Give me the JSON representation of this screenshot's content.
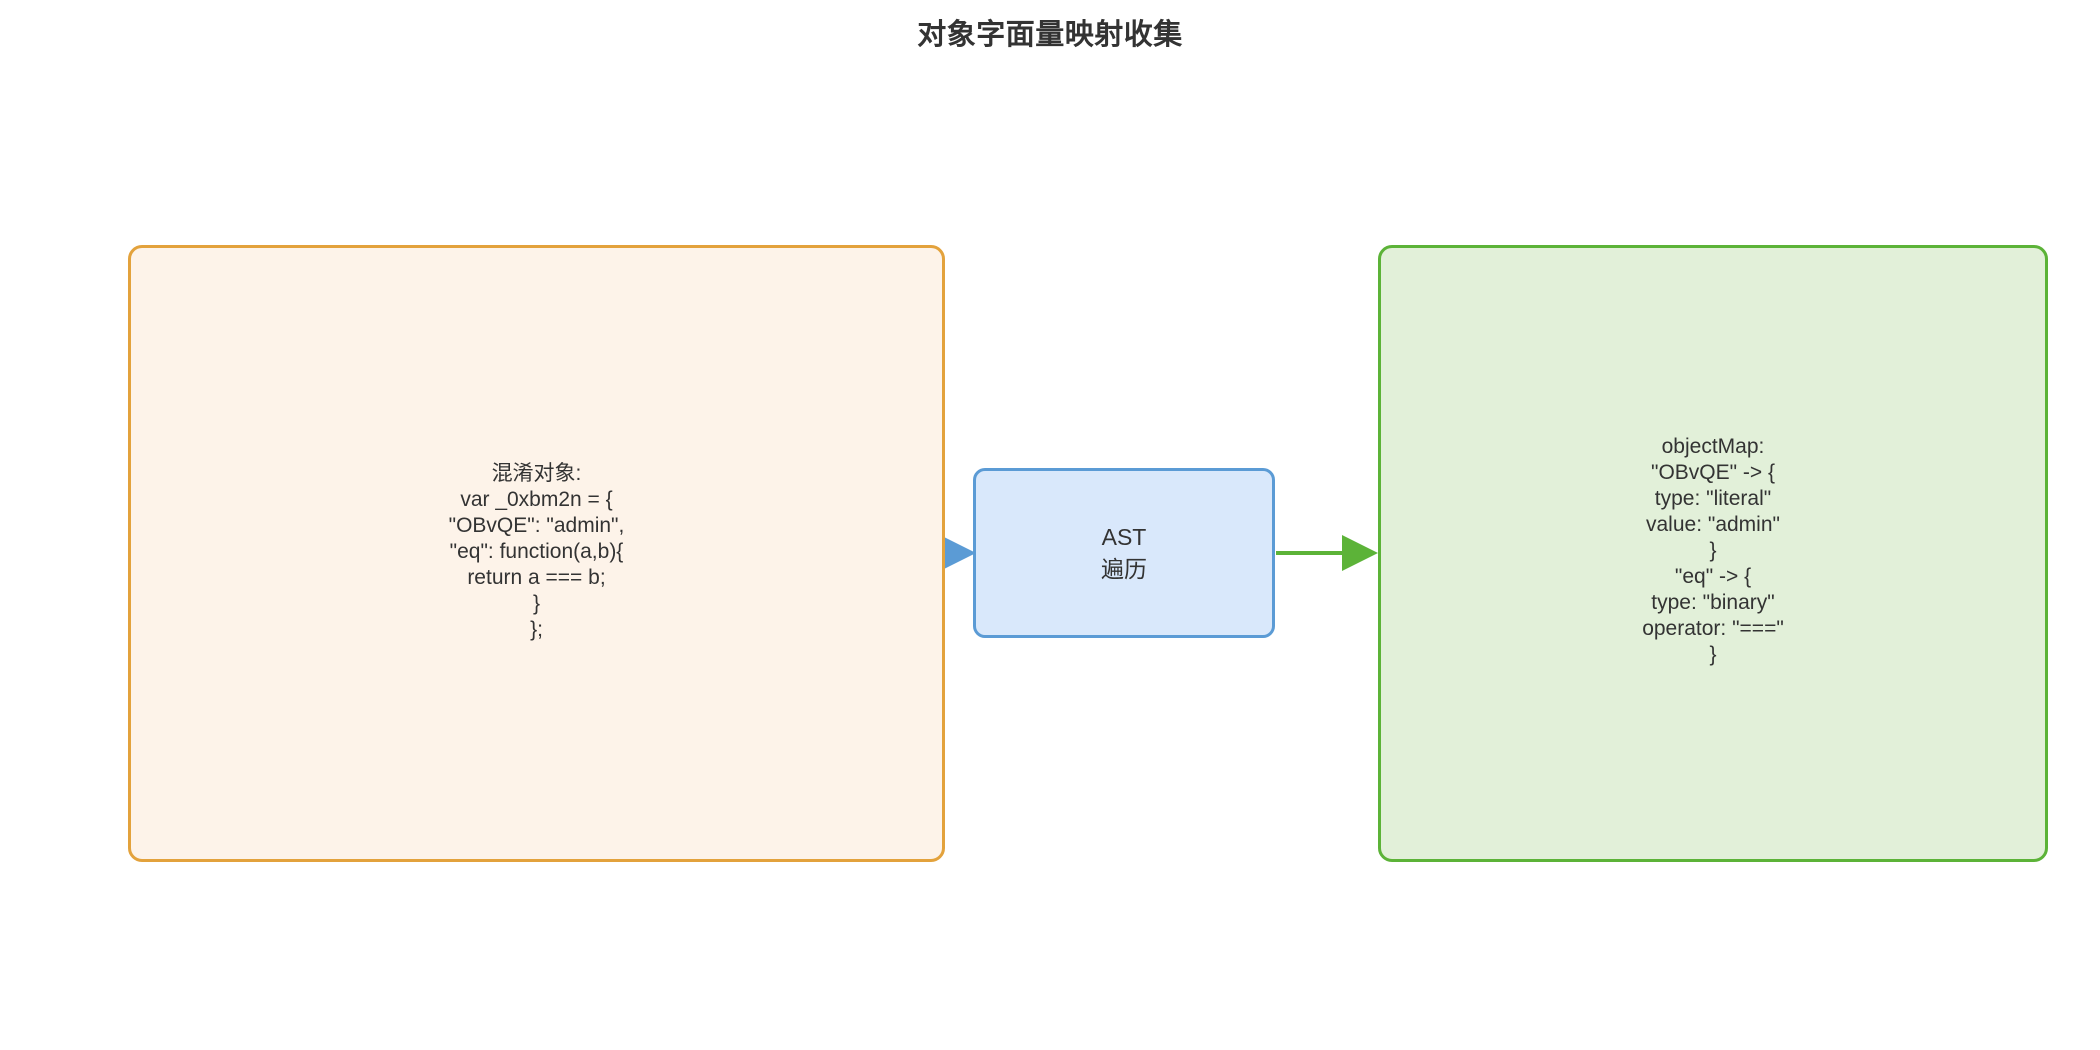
{
  "page": {
    "title": "对象字面量映射收集",
    "background_color": "#ffffff",
    "text_color": "#333333"
  },
  "nodes": {
    "source": {
      "id": "source",
      "label": "混淆对象:\nvar _0xbm2n = {\n\"OBvQE\": \"admin\",\n\"eq\": function(a,b){\nreturn a === b;\n}\n};",
      "fill_color": "#fdf3e9",
      "border_color": "#e3a23c"
    },
    "process": {
      "id": "process",
      "label": "AST\n遍历",
      "fill_color": "#d9e8fb",
      "border_color": "#5b9bd5"
    },
    "result": {
      "id": "result",
      "label": "objectMap:\n\"OBvQE\" -> {\ntype: \"literal\"\nvalue: \"admin\"\n}\n\"eq\" -> {\ntype: \"binary\"\noperator: \"===\"\n}",
      "fill_color": "#e2f0d9",
      "border_color": "#5cb338"
    }
  },
  "edges": {
    "source_to_process": {
      "from": "source",
      "to": "process",
      "color": "#5b9bd5",
      "label": ""
    },
    "process_to_result": {
      "from": "process",
      "to": "result",
      "color": "#5cb338",
      "label": ""
    }
  }
}
